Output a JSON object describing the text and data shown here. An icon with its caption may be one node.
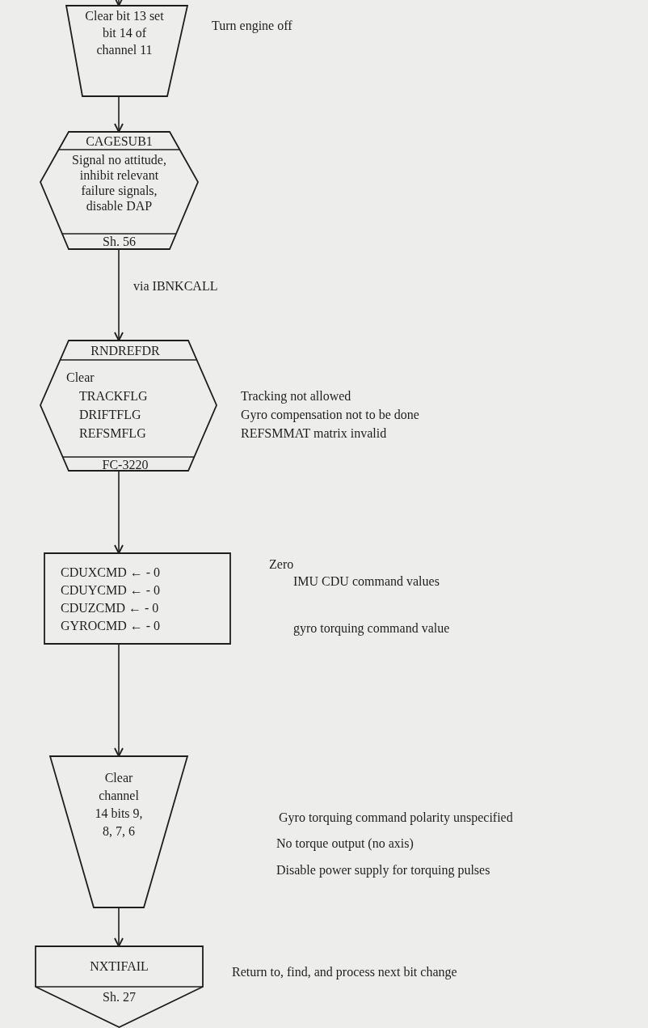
{
  "diagram": {
    "nodes": [
      {
        "text": [
          "Clear bit 13 set bit 14 of channel 11"
        ],
        "beside": [
          "Turn engine off"
        ]
      },
      {
        "text": [
          "CAGESUB1",
          "Signal no attitude, inhibit relevant failure signals, disable DAP",
          "Sh. 56"
        ]
      },
      {
        "text": [
          "RNDREFDR",
          "Clear TRACKFLG DRIFTFLG REFSMFLG",
          "FC-3220"
        ],
        "beside": [
          "Tracking not allowed",
          "Gyro compensation not to be done",
          "REFSMMAT matrix invalid"
        ]
      },
      {
        "text": [
          "CDUXCMD ← - 0",
          "CDUYCMD ← - 0",
          "CDUZCMD ← - 0",
          "GYROCMD ← - 0"
        ],
        "beside": [
          "Zero",
          "IMU CDU command values",
          "gyro torquing command value"
        ]
      },
      {
        "text": [
          "Clear channel 14 bits 9, 8, 7, 6"
        ],
        "beside": [
          "Gyro torquing command polarity unspecified",
          "No torque output (no axis)",
          "Disable power supply for torquing pulses"
        ]
      },
      {
        "text": [
          "NXTIFAIL",
          "Sh. 27"
        ],
        "beside": [
          "Return to, find, and process next bit change"
        ]
      }
    ],
    "edges": [
      {
        "from": null,
        "to": 0,
        "arrow": "to"
      },
      {
        "from": 0,
        "to": 1,
        "arrow": "to"
      },
      {
        "from": 1,
        "to": 2,
        "arrow": "to",
        "label": "via IBNKCALL"
      },
      {
        "from": 2,
        "to": 3,
        "arrow": "to"
      },
      {
        "from": 3,
        "to": 4,
        "arrow": "to"
      },
      {
        "from": 4,
        "to": 5,
        "arrow": "to"
      }
    ]
  }
}
